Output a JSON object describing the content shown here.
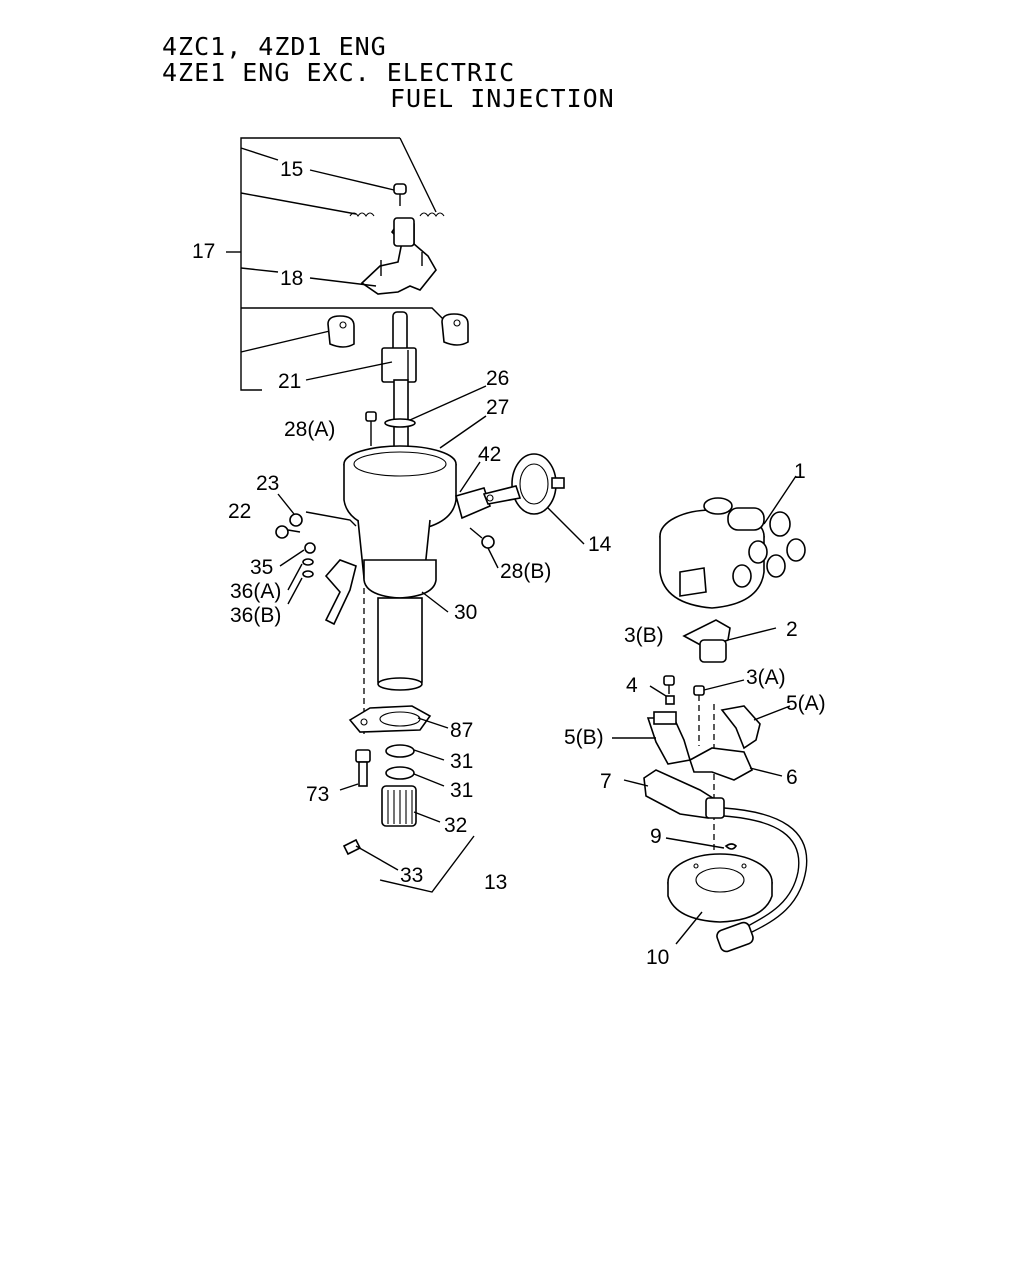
{
  "title": {
    "line1": "4ZC1, 4ZD1 ENG",
    "line2": "4ZE1 ENG EXC. ELECTRIC",
    "line3": "FUEL INJECTION"
  },
  "callouts": {
    "c1": "1",
    "c2": "2",
    "c3a": "3(A)",
    "c3b": "3(B)",
    "c4": "4",
    "c5a": "5(A)",
    "c5b": "5(B)",
    "c6": "6",
    "c7": "7",
    "c9": "9",
    "c10": "10",
    "c13": "13",
    "c14": "14",
    "c15": "15",
    "c17": "17",
    "c18": "18",
    "c21": "21",
    "c22": "22",
    "c23": "23",
    "c26": "26",
    "c27": "27",
    "c28a": "28(A)",
    "c28b": "28(B)",
    "c30": "30",
    "c31a": "31",
    "c31b": "31",
    "c32": "32",
    "c33": "33",
    "c35": "35",
    "c36a": "36(A)",
    "c36b": "36(B)",
    "c42": "42",
    "c73": "73",
    "c87": "87"
  }
}
